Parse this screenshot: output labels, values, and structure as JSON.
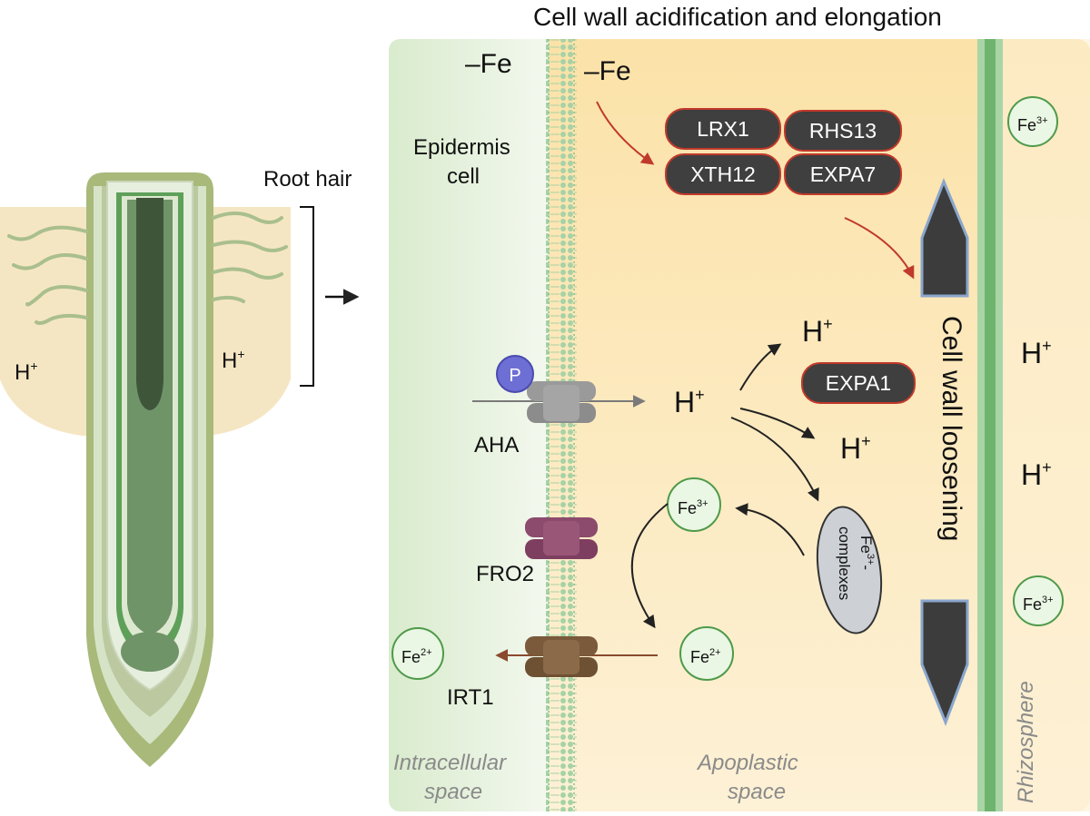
{
  "title": "Cell wall acidification and elongation",
  "root": {
    "label": "Root hair",
    "proton_left": "H",
    "proton_right": "H"
  },
  "deficiency": {
    "label_cell": "–Fe",
    "label_apoplast": "–Fe"
  },
  "epidermis": {
    "line1": "Epidermis",
    "line2": "cell"
  },
  "proteins": {
    "lrx1": "LRX1",
    "rhs13": "RHS13",
    "xth12": "XTH12",
    "expa7": "EXPA7",
    "expa1": "EXPA1"
  },
  "transporters": {
    "aha": "AHA",
    "phospho": "P",
    "fro2": "FRO2",
    "irt1": "IRT1"
  },
  "ions": {
    "proton": "H",
    "plus": "+",
    "fe": "Fe",
    "fe3_charge": "3+",
    "fe2_charge": "2+",
    "complex_fe": "Fe",
    "complex_charge": "3+",
    "complex_dash": "-",
    "complex_word": "complexes"
  },
  "cell_wall_label": "Cell wall loosening",
  "regions": {
    "intracellular_1": "Intracellular",
    "intracellular_2": "space",
    "apoplastic_1": "Apoplastic",
    "apoplastic_2": "space",
    "rhizosphere": "Rhizosphere"
  },
  "colors": {
    "intracellular_bg": "#e2eed8",
    "apoplast_bg": "#fbe7bb",
    "membrane": "#9ccb9c",
    "cell_wall": "#74b574",
    "protein_box": "#3f3f3f",
    "protein_border": "#c0392b",
    "fe_circle_fill": "#eaf7e4",
    "fe_circle_stroke": "#4f9a4a",
    "aha": "#8f8f8f",
    "fro2": "#8c4a6c",
    "irt1": "#7a5a3a",
    "phospho": "#6e6fd4",
    "red_arrow": "#c0392b",
    "brown_arrow": "#8a4a2e"
  }
}
